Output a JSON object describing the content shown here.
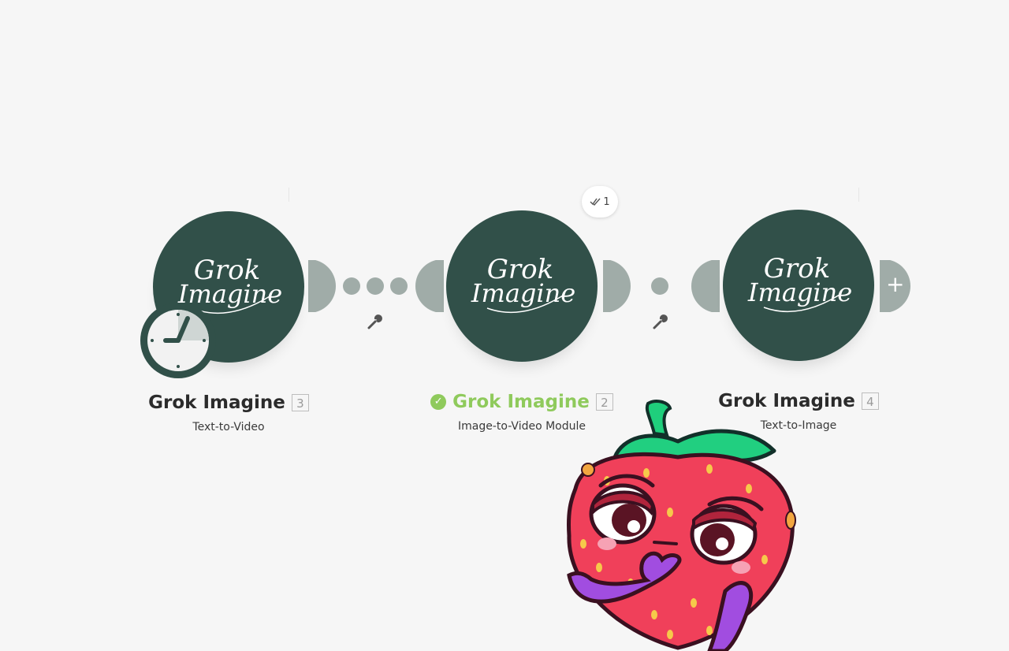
{
  "scenario": {
    "modules": [
      {
        "title": "Grok Imagine",
        "subtitle": "Text-to-Video",
        "id_badge": "3",
        "logo_text": [
          "Grok",
          "Imagine"
        ],
        "trigger_icon": "clock-icon",
        "status": "normal"
      },
      {
        "title": "Grok Imagine",
        "subtitle": "Image-to-Video Module",
        "id_badge": "2",
        "logo_text": [
          "Grok",
          "Imagine"
        ],
        "status": "success",
        "operations_count": "1",
        "operations_icon": "double-check-icon"
      },
      {
        "title": "Grok Imagine",
        "subtitle": "Text-to-Image",
        "id_badge": "4",
        "logo_text": [
          "Grok",
          "Imagine"
        ],
        "status": "normal",
        "add_icon": "plus-icon"
      }
    ],
    "connections": [
      {
        "icon": "wrench-icon",
        "dots": 3
      },
      {
        "icon": "wrench-icon",
        "dots": 1
      }
    ]
  },
  "colors": {
    "background": "#f6f6f6",
    "module_fill": "#315049",
    "connector": "#a0aca8",
    "success_green": "#8fca5c",
    "title_text": "#2b2b2b"
  },
  "sticker": {
    "icon": "strawberry-thinking-sticker"
  }
}
